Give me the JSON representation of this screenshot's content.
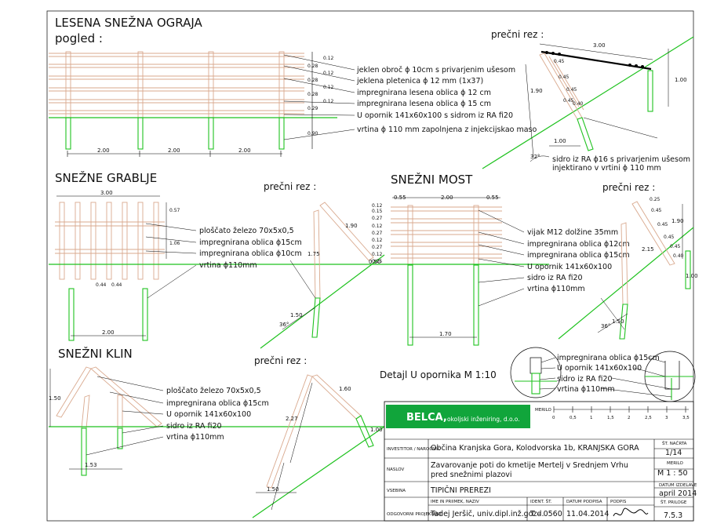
{
  "colors": {
    "ground": "#1fc21f",
    "wood": "#d9a98e",
    "dim": "#000000",
    "brand": "#11a53b"
  },
  "ograja": {
    "title": "LESENA SNEŽNA OGRAJA",
    "view": "pogled :",
    "dims_side": [
      "0.12",
      "0.28",
      "0.12",
      "0.28",
      "0.12",
      "0.28",
      "0.12",
      "0.29",
      "0.90"
    ],
    "dims_side_b": [
      "0.28",
      "0.28",
      "0.29"
    ],
    "spacings": [
      "2.00",
      "2.00",
      "2.00"
    ],
    "labels": [
      "jeklen obroč ϕ 10cm s privarjenim ušesom",
      "jeklena pletenica ϕ 12 mm (1x37)",
      "impregnirana lesena oblica ϕ 12 cm",
      "impregnirana lesena oblica ϕ 15 cm",
      "U opornik 141x60x100 s sidrom iz RA fi20",
      "vrtina ϕ 110 mm zapolnjena z injekcijskao maso"
    ],
    "section_title": "prečni rez :",
    "section_dims": [
      "3.00",
      "0.45",
      "0.45",
      "0.45",
      "0.45",
      "0.40",
      "1.90",
      "1.00",
      "1.00",
      "32°"
    ],
    "anchor_label": "sidro iz RA ϕ16 s privarjenim ušesom",
    "anchor_label2": "injektirano v vrtini ϕ 110 mm"
  },
  "grablje": {
    "title": "SNEŽNE GRABLJE",
    "width": "3.00",
    "dims": [
      "0.57",
      "1.06",
      "0.44",
      "0.44",
      "2.00"
    ],
    "labels": [
      "ploščato železo 70x5x0,5",
      "impregnirana oblica ϕ15cm",
      "impregnirana oblica ϕ10cm",
      "vrtina ϕ110mm"
    ],
    "section_title": "prečni rez :",
    "section_dims": [
      "1.90",
      "1.75",
      "0.50",
      "1.50",
      "36°"
    ]
  },
  "most": {
    "title": "SNEŽNI MOST",
    "top_dims": [
      "0.55",
      "2.00",
      "0.55"
    ],
    "side_dims": [
      "0.12",
      "0.15",
      "0.27",
      "0.12",
      "0.27",
      "0.12",
      "0.27",
      "0.12",
      "0.25"
    ],
    "bottom_dim": "1.70",
    "labels": [
      "vijak M12 dolžine 35mm",
      "impregnirana oblica ϕ12cm",
      "impregnirana oblica ϕ15cm",
      "U opornik 141x60x100",
      "sidro iz RA fi20",
      "vrtina ϕ110mm"
    ],
    "section_title": "prečni rez :",
    "section_dims": [
      "0.25",
      "0.45",
      "0.45",
      "0.45",
      "0.45",
      "0.40",
      "1.90",
      "2.15",
      "1.50",
      "1.00",
      "36°"
    ]
  },
  "klin": {
    "title": "SNEŽNI KLIN",
    "dims": [
      "1.50",
      "1.53"
    ],
    "labels": [
      "ploščato železo 70x5x0,5",
      "impregnirana oblica ϕ15cm",
      "U opornik 141x60x100",
      "sidro iz RA fi20",
      "vrtina ϕ110mm"
    ],
    "section_title": "prečni rez :",
    "section_dims": [
      "1.60",
      "2.27",
      "1.00",
      "1.50"
    ]
  },
  "detail": {
    "title": "Detajl U opornika M 1:10",
    "labels": [
      "impregnirana oblica ϕ15cm",
      "U opornik 141x60x100",
      "sidro iz RA fi20",
      "vrtina ϕ110mm"
    ]
  },
  "titleblock": {
    "company": "BELCA,",
    "company_sub": "okoljski inženiring, d.o.o.",
    "merilo_label": "MERILO",
    "scale_ticks": [
      "0",
      "0,5",
      "1",
      "1,5",
      "2",
      "2,5",
      "3",
      "3,5"
    ],
    "investor_label": "INVESTITOR / NAROČNIK",
    "investor": "Občina Kranjska Gora, Kolodvorska 1b, KRANJSKA GORA",
    "stnacrta_label": "ŠT. NAČRTA",
    "stnacrta": "1/14",
    "naslov_label": "NASLOV",
    "naslov1": "Zavarovanje poti do kmetije Mertelj v Srednjem Vrhu",
    "naslov2": "pred snežnimi plazovi",
    "merilo_label2": "MERILO",
    "merilo": "M  1 : 50",
    "vsebina_label": "VSEBINA",
    "vsebina": "TIPIČNI PREREZI",
    "datum_label": "DATUM IZDELAVE",
    "datum": "april 2014",
    "h_ime": "IME IN PRIIMEK, NAZIV",
    "h_ident": "IDENT. ŠT.",
    "h_datum": "DATUM PODPISA",
    "h_podpis": "PODPIS",
    "h_priloga": "ŠT. PRILOGE",
    "odg_label": "ODGOVORNI PROJEKTANT",
    "odg_name": "Tadej Jeršič, univ.dipl.inž.gozd.",
    "ident": "T  –  0560",
    "podpis_datum": "11.04.2014",
    "priloga": "7.5.3"
  }
}
